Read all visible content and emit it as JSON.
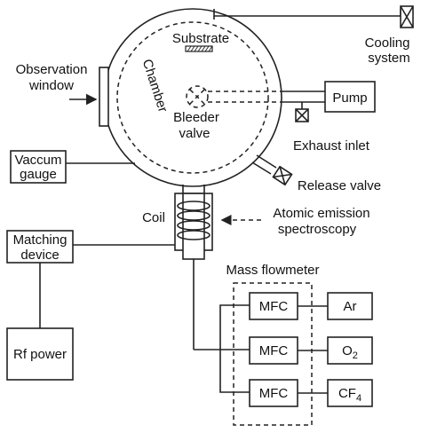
{
  "labels": {
    "substrate": "Substrate",
    "cooling_system_line1": "Cooling",
    "cooling_system_line2": "system",
    "observation_window_line1": "Observation",
    "observation_window_line2": "window",
    "chamber": "Chamber",
    "bleeder_valve_line1": "Bleeder",
    "bleeder_valve_line2": "valve",
    "pump": "Pump",
    "exhaust_inlet": "Exhaust inlet",
    "vaccum_gauge_line1": "Vaccum",
    "vaccum_gauge_line2": "gauge",
    "release_valve": "Release valve",
    "coil": "Coil",
    "aes_line1": "Atomic emission",
    "aes_line2": "spectroscopy",
    "matching_device_line1": "Matching",
    "matching_device_line2": "device",
    "mass_flowmeter": "Mass flowmeter",
    "mfc1": "MFC",
    "mfc2": "MFC",
    "mfc3": "MFC",
    "gas_ar": "Ar",
    "gas_o2_base": "O",
    "gas_o2_sub": "2",
    "gas_cf4_base": "CF",
    "gas_cf4_sub": "4",
    "rf_power": "Rf power"
  }
}
